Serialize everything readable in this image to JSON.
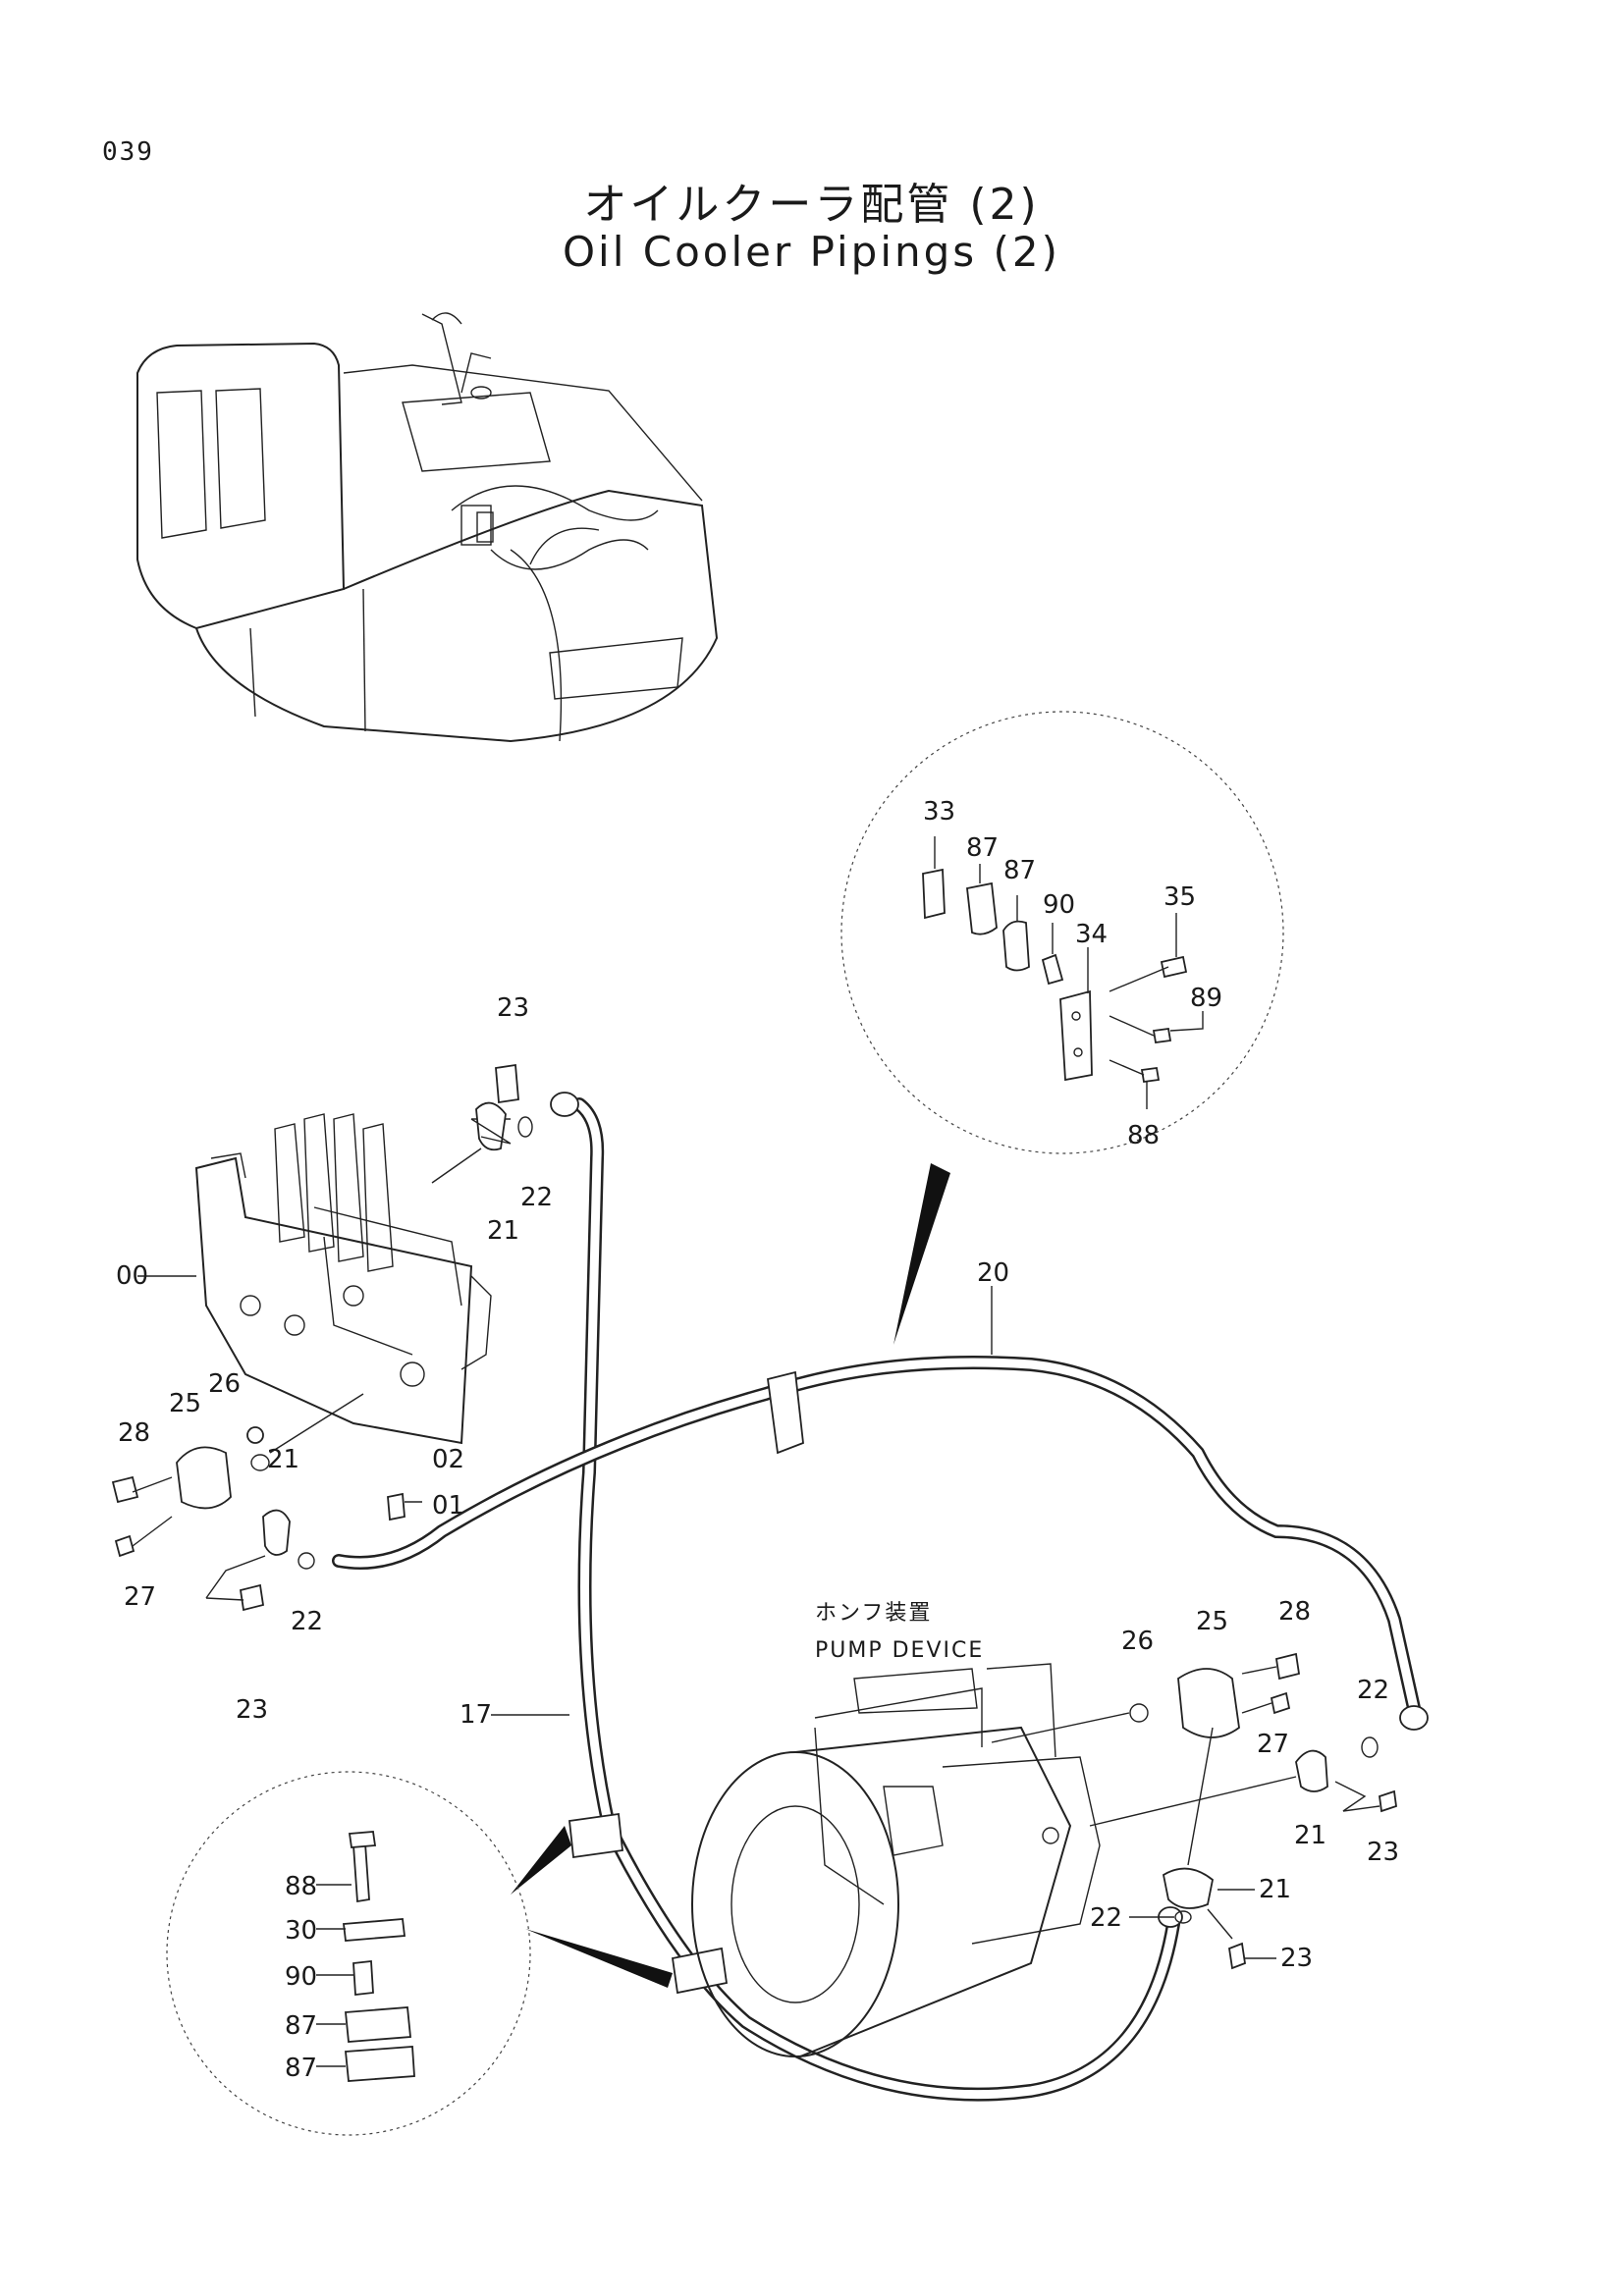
{
  "page_number": "039",
  "title_ja": "オイルクーラ配管 (2)",
  "title_en": "Oil Cooler Pipings (2)",
  "pump_device_ja": "ホンフ装置",
  "pump_device_en": "PUMP DEVICE",
  "callouts": {
    "top_detail": [
      "33",
      "87",
      "87",
      "90",
      "34",
      "35",
      "89",
      "88"
    ],
    "valve_area": [
      "23",
      "22",
      "21",
      "00",
      "26",
      "25",
      "28",
      "21",
      "02",
      "01",
      "27",
      "22",
      "23"
    ],
    "hose_area": [
      "20",
      "17"
    ],
    "pump_area": [
      "26",
      "25",
      "28",
      "22",
      "27",
      "21",
      "23",
      "21",
      "22",
      "23"
    ],
    "bottom_detail": [
      "88",
      "30",
      "90",
      "87",
      "87"
    ]
  }
}
